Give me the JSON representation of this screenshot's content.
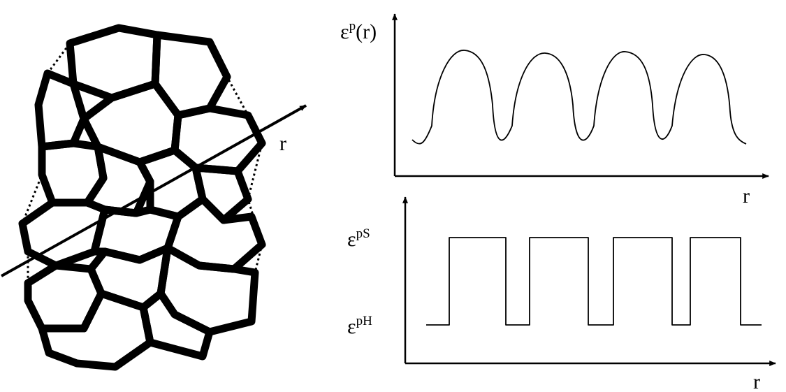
{
  "cell_network": {
    "cut_line_label": "r"
  },
  "top_plot": {
    "y_label": {
      "base": "ε",
      "sup": "p",
      "tail": "(r)"
    },
    "x_label": "r"
  },
  "bottom_plot": {
    "high_level_label": {
      "base": "ε",
      "sup": "pS"
    },
    "low_level_label": {
      "base": "ε",
      "sup": "pH"
    },
    "x_label": "r"
  }
}
